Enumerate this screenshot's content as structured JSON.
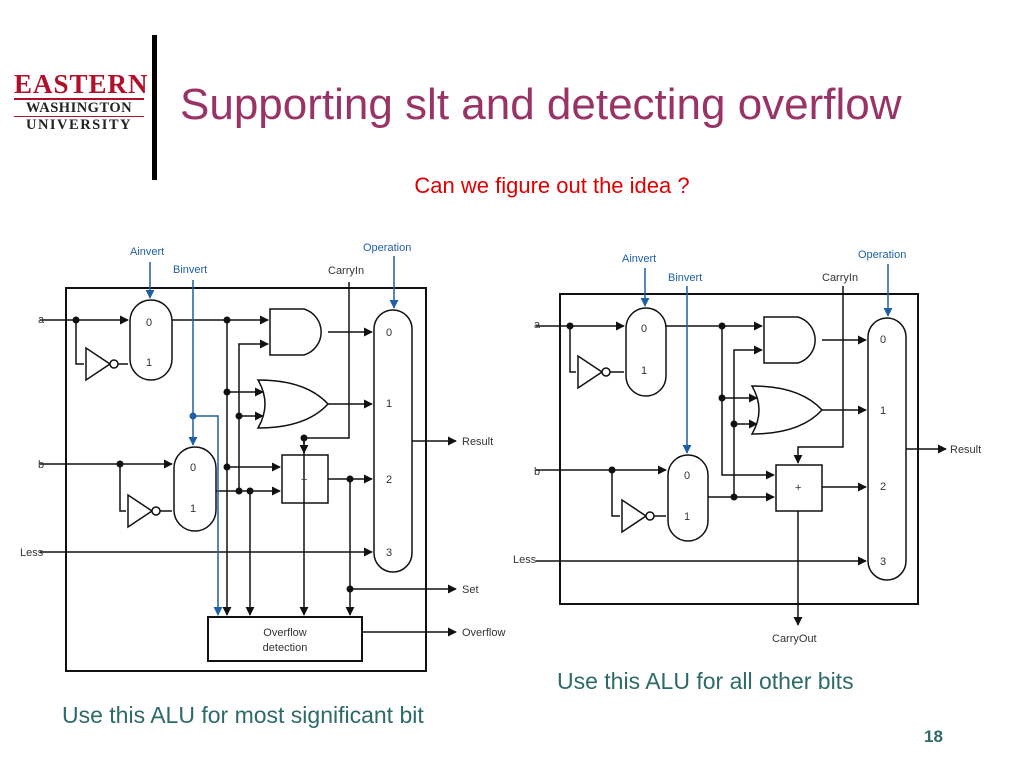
{
  "logo": {
    "line1": "EASTERN",
    "line2": "WASHINGTON",
    "line3": "UNIVERSITY"
  },
  "title": "Supporting slt and detecting overflow",
  "subtitle": "Can we figure out the idea ?",
  "left_diagram": {
    "ainvert": "Ainvert",
    "binvert": "Binvert",
    "operation": "Operation",
    "carryin": "CarryIn",
    "a": "a",
    "b": "b",
    "less": "Less",
    "mux0": "0",
    "mux1": "1",
    "op0": "0",
    "op1": "1",
    "op2": "2",
    "op3": "3",
    "adder": "+",
    "result": "Result",
    "set": "Set",
    "overflow": "Overflow",
    "ovf_line1": "Overflow",
    "ovf_line2": "detection"
  },
  "right_diagram": {
    "ainvert": "Ainvert",
    "binvert": "Binvert",
    "operation": "Operation",
    "carryin": "CarryIn",
    "a": "a",
    "b": "b",
    "less": "Less",
    "mux0": "0",
    "mux1": "1",
    "op0": "0",
    "op1": "1",
    "op2": "2",
    "op3": "3",
    "adder": "+",
    "result": "Result",
    "carryout": "CarryOut"
  },
  "caption_left": "Use this ALU for most significant bit",
  "caption_right": "Use this ALU for all other bits",
  "page_number": "18"
}
